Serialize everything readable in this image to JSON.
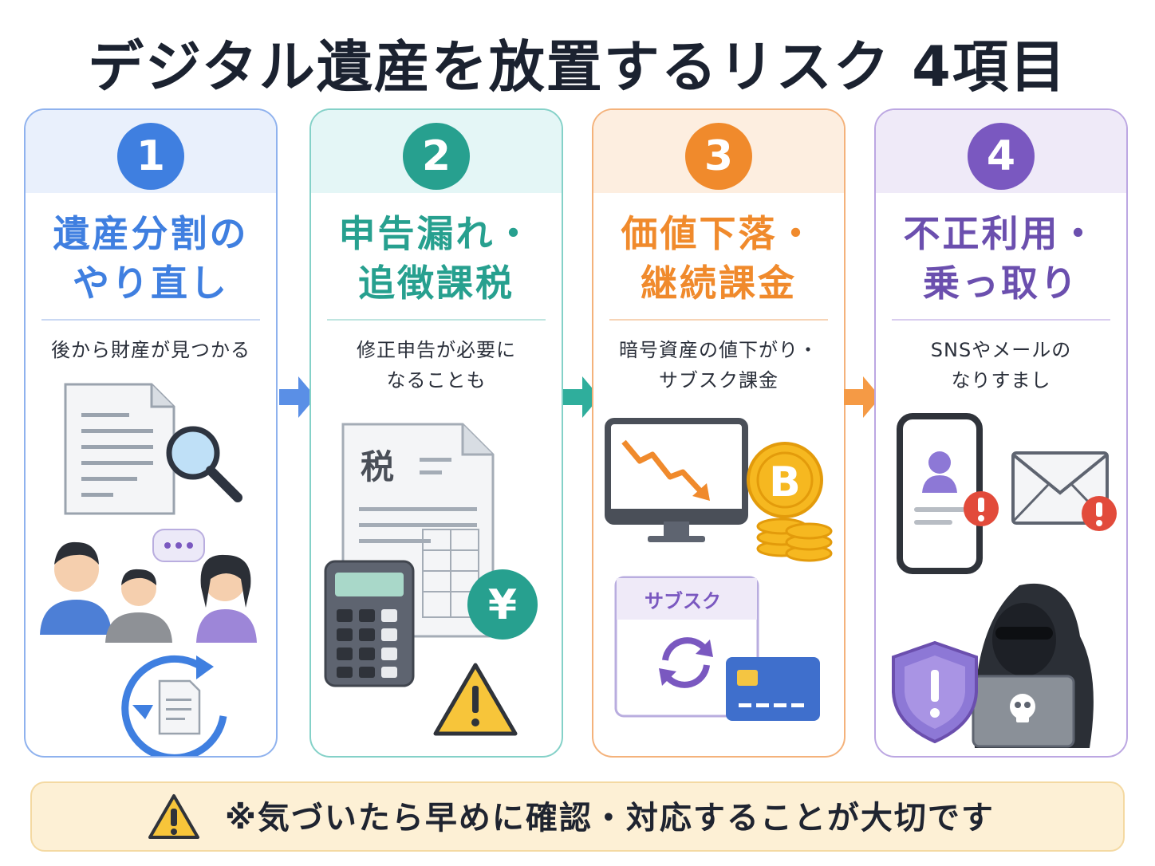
{
  "title": "デジタル遺産を放置するリスク 4項目",
  "cards": [
    {
      "number": "1",
      "heading_line1": "遺産分割の",
      "heading_line2": "やり直し",
      "desc_line1": "後から財産が見つかる",
      "desc_line2": "",
      "accent": "#3f7fe0",
      "band": "#e9f0fc"
    },
    {
      "number": "2",
      "heading_line1": "申告漏れ・",
      "heading_line2": "追徴課税",
      "desc_line1": "修正申告が必要に",
      "desc_line2": "なることも",
      "accent": "#27a08f",
      "band": "#e4f6f6",
      "tax_char": "税",
      "yen": "¥"
    },
    {
      "number": "3",
      "heading_line1": "価値下落・",
      "heading_line2": "継続課金",
      "desc_line1": "暗号資産の値下がり・",
      "desc_line2": "サブスク課金",
      "accent": "#f08a2c",
      "band": "#fdeee0",
      "sub_label": "サブスク",
      "btc": "B"
    },
    {
      "number": "4",
      "heading_line1": "不正利用・",
      "heading_line2": "乗っ取り",
      "desc_line1": "SNSやメールの",
      "desc_line2": "なりすまし",
      "accent": "#7a58c0",
      "band": "#efeaf8"
    }
  ],
  "footer": {
    "text": "※気づいたら早めに確認・対応することが大切です",
    "bg": "#fdf0d5"
  },
  "icons": [
    "document-icon",
    "magnifier-icon",
    "family-icon",
    "chat-bubble-icon",
    "refresh-document-icon",
    "tax-document-icon",
    "calculator-icon",
    "yen-coin-icon",
    "warning-icon",
    "monitor-chart-icon",
    "bitcoin-icon",
    "coin-stack-icon",
    "subscription-icon",
    "credit-card-icon",
    "phone-profile-icon",
    "email-icon",
    "alert-icon",
    "shield-icon",
    "hacker-icon"
  ]
}
